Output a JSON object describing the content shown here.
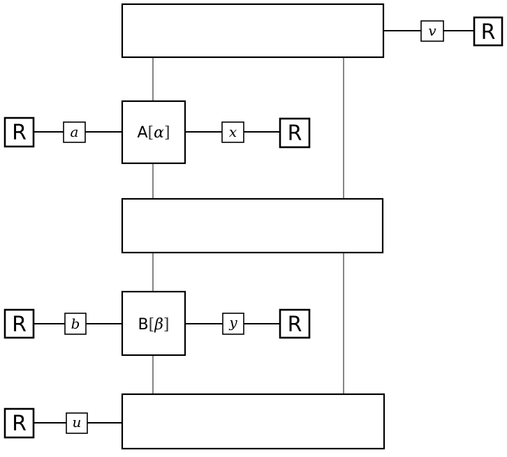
{
  "nodes": {
    "r_label": "R",
    "variables": {
      "v": "v",
      "a": "a",
      "x": "x",
      "b": "b",
      "y": "y",
      "u": "u"
    },
    "functions": {
      "A": {
        "name": "A",
        "open": "[",
        "param": "α",
        "close": "]"
      },
      "B": {
        "name": "B",
        "open": "[",
        "param": "β",
        "close": "]"
      }
    }
  }
}
